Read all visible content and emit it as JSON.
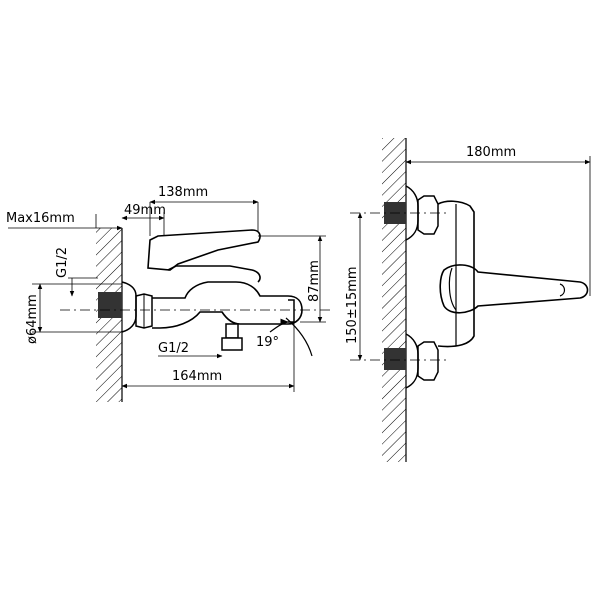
{
  "side_view": {
    "max_depth_label": "Max16mm",
    "inlet_label_vertical": "G1/2",
    "flange_diameter_label": "ø64mm",
    "width_138_label": "138mm",
    "width_49_label": "49mm",
    "height_87_label": "87mm",
    "outlet_label": "G1/2",
    "angle_label": "19°",
    "overall_depth_label": "164mm"
  },
  "front_view": {
    "width_180_label": "180mm",
    "center_distance_label": "150±15mm"
  },
  "colors": {
    "line": "#000000",
    "background": "#ffffff"
  }
}
